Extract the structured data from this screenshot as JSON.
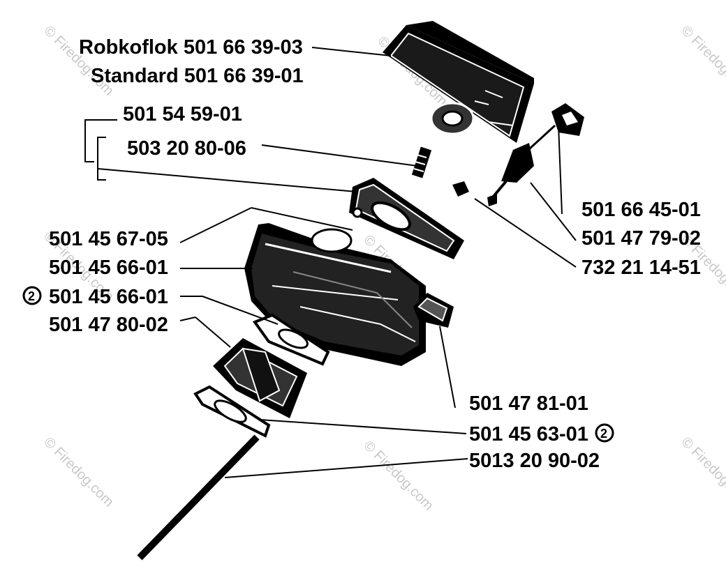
{
  "labels": {
    "robkoflok": "Robkoflok 501 66 39-03",
    "standard": "Standard 501 66 39-01",
    "p_501_54_59_01": "501 54 59-01",
    "p_503_20_80_06": "503 20 80-06",
    "p_501_45_67_05": "501 45 67-05",
    "p_501_45_66_01_a": "501 45 66-01",
    "p_501_45_66_01_b": "501 45 66-01",
    "p_501_47_80_02": "501 47 80-02",
    "p_501_66_45_01": "501 66 45-01",
    "p_501_47_79_02": "501 47 79-02",
    "p_732_21_14_51": "732 21 14-51",
    "p_501_47_81_01": "501 47 81-01",
    "p_501_45_63_01": "501 45 63-01",
    "p_5013_20_90_02": "5013 20 90-02"
  },
  "markers": {
    "circle_two": "2"
  },
  "watermark": {
    "text": "© Firedog.com",
    "color": "#c8c8c8"
  }
}
